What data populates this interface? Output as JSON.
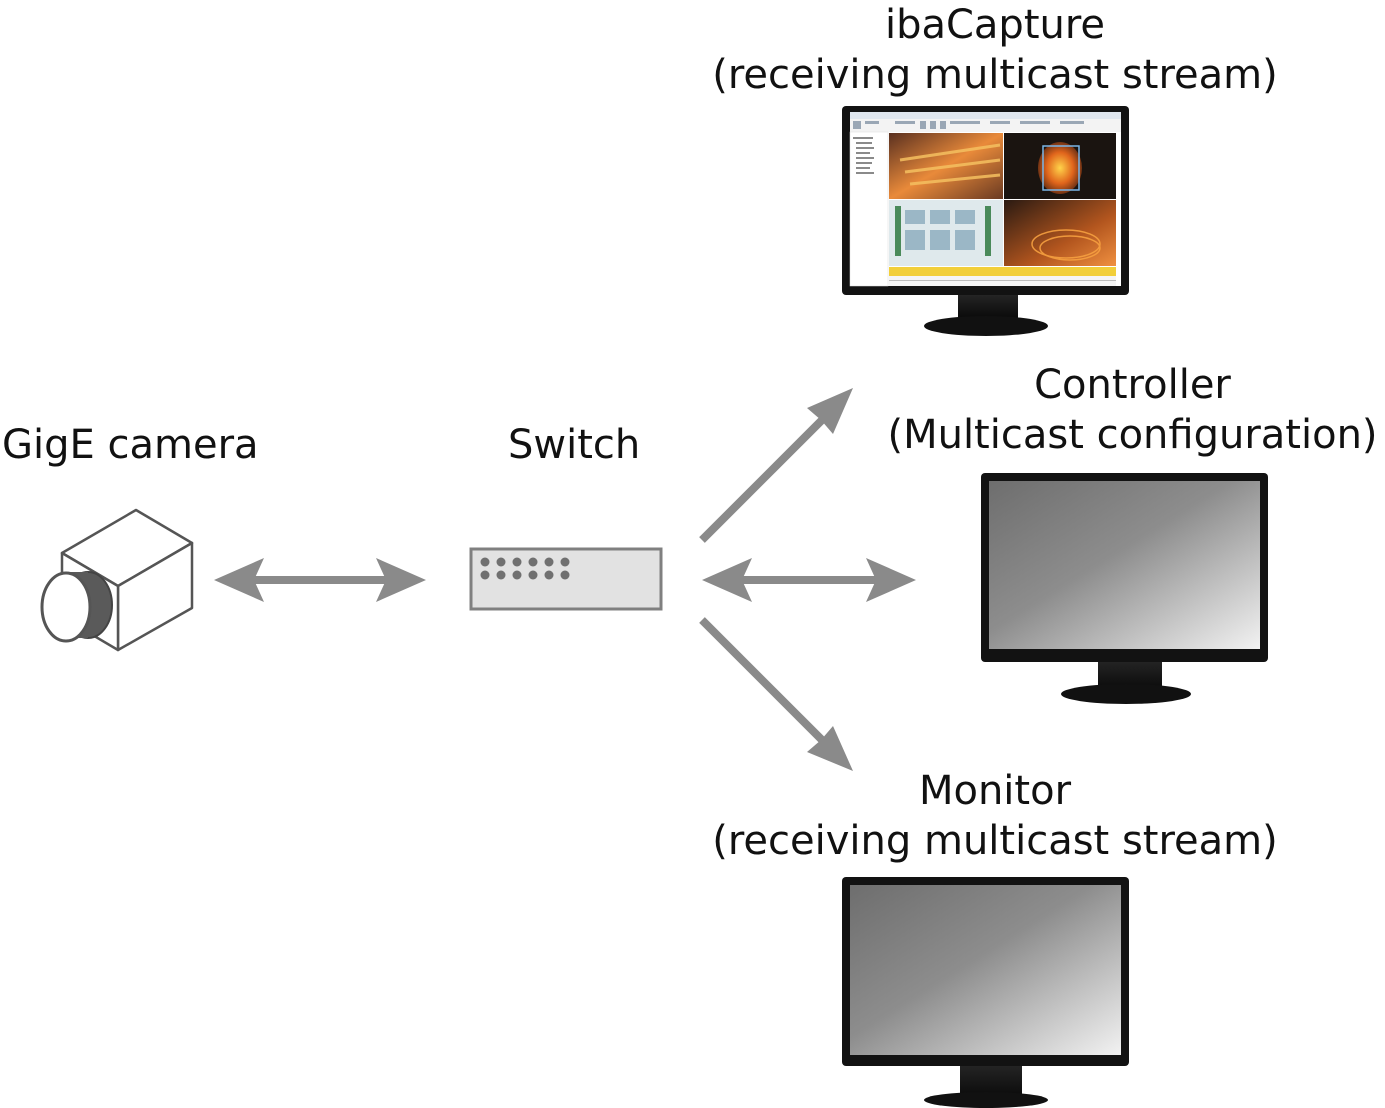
{
  "nodes": {
    "camera": {
      "label": "GigE camera",
      "icon": "camera-icon"
    },
    "switch": {
      "label": "Switch",
      "icon": "switch-icon"
    },
    "ibacapture": {
      "title": "ibaCapture",
      "subtitle": "(receiving multicast stream)",
      "icon": "monitor-icon"
    },
    "controller": {
      "title": "Controller",
      "subtitle": "(Multicast configuration)",
      "icon": "monitor-icon"
    },
    "monitor": {
      "title": "Monitor",
      "subtitle": "(receiving multicast stream)",
      "icon": "monitor-icon"
    }
  },
  "colors": {
    "arrow": "#8a8a8a",
    "switch_fill": "#e2e2e2",
    "switch_border": "#808080",
    "monitor_bezel": "#121212"
  }
}
